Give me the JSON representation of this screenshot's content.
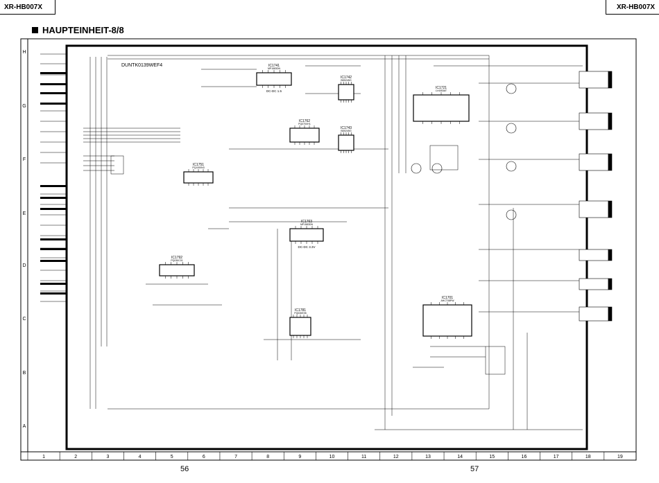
{
  "header": {
    "model_left": "XR-HB007X",
    "model_right": "XR-HB007X",
    "title": "HAUPTEINHEIT-8/8"
  },
  "frame": {
    "rows": [
      "H",
      "G",
      "F",
      "E",
      "D",
      "C",
      "B",
      "A"
    ],
    "columns": [
      "1",
      "2",
      "3",
      "4",
      "5",
      "6",
      "7",
      "8",
      "9",
      "10",
      "11",
      "12",
      "13",
      "14",
      "15",
      "16",
      "17",
      "18",
      "19"
    ]
  },
  "board_code": "DUNTK0139WEF4",
  "ics": [
    {
      "name": "IC1741",
      "part": "MP1583DN",
      "note": "DC-DC 1.5"
    },
    {
      "name": "IC1742",
      "part": "BD5245G"
    },
    {
      "name": "IC1743",
      "part": "BD5245G"
    },
    {
      "name": "IC1762",
      "part": "PQ070XH1"
    },
    {
      "name": "IC1751",
      "part": "PQ1000N3"
    },
    {
      "name": "IC1763",
      "part": "MP1583DN",
      "note": "DC-DC 3.3V"
    },
    {
      "name": "IC1792",
      "part": "PQ030C01"
    },
    {
      "name": "IC1781",
      "part": "PQ030ES5"
    },
    {
      "name": "IC1721",
      "part": "LV4053AT"
    },
    {
      "name": "IC1701",
      "part": "AHCT08PW"
    }
  ],
  "pages": {
    "left": "56",
    "right": "57"
  }
}
